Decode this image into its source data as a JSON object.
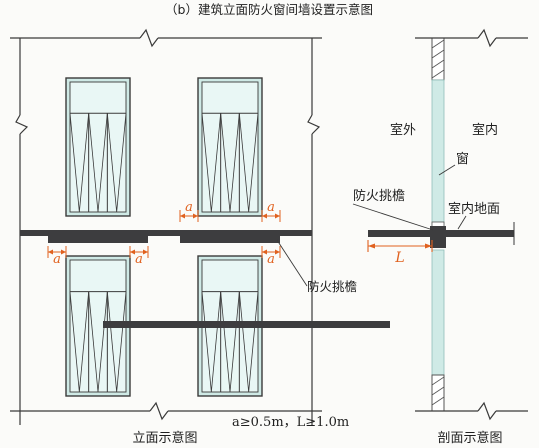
{
  "title": "（b）建筑立面防火窗间墙设置示意图",
  "labels": {
    "fire_eave_elev": "防火挑檐",
    "outdoor": "室外",
    "indoor": "室内",
    "window": "窗",
    "fire_eave_sect": "防火挑檐",
    "indoor_floor": "室内地面",
    "dim_a": "a",
    "dim_L": "L",
    "formula": "a≥0.5m，L≥1.0m",
    "caption_elev": "立面示意图",
    "caption_sect": "剖面示意图"
  },
  "colors": {
    "glass": "#cfeae6",
    "glass_inner": "#e9f7f5",
    "slab": "#3d3d3f",
    "dimension": "#e0611f",
    "line": "#3a3a3a",
    "hatch": "#555555"
  }
}
